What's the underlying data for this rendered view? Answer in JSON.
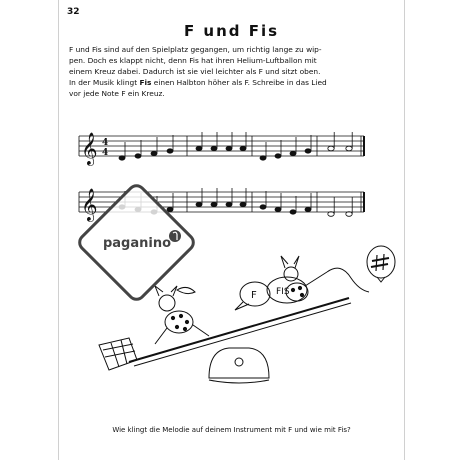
{
  "page": {
    "number": "32",
    "title": "F und Fis",
    "paragraph_lines": [
      "F und Fis sind auf den Spielplatz gegangen, um richtig lange zu wip-",
      "pen. Doch es klappt nicht, denn Fis hat ihren Helium-Luftballon mit",
      "einem Kreuz dabei. Dadurch ist sie viel leichter als F und sitzt oben.",
      "In der Musik klingt",
      "Fis",
      " einen Halbton höher als F. Schreibe in das Lied",
      "vor jede Note F ein Kreuz."
    ],
    "time_signature_top": "4",
    "time_signature_bottom": "4",
    "illustration_labels": {
      "f_bubble": "F",
      "fis_bubble": "FIS"
    },
    "question": "Wie klingt die Melodie auf deinem Instrument mit F und wie mit Fis?"
  },
  "watermark": {
    "text": "paganino",
    "color": "#444444"
  }
}
